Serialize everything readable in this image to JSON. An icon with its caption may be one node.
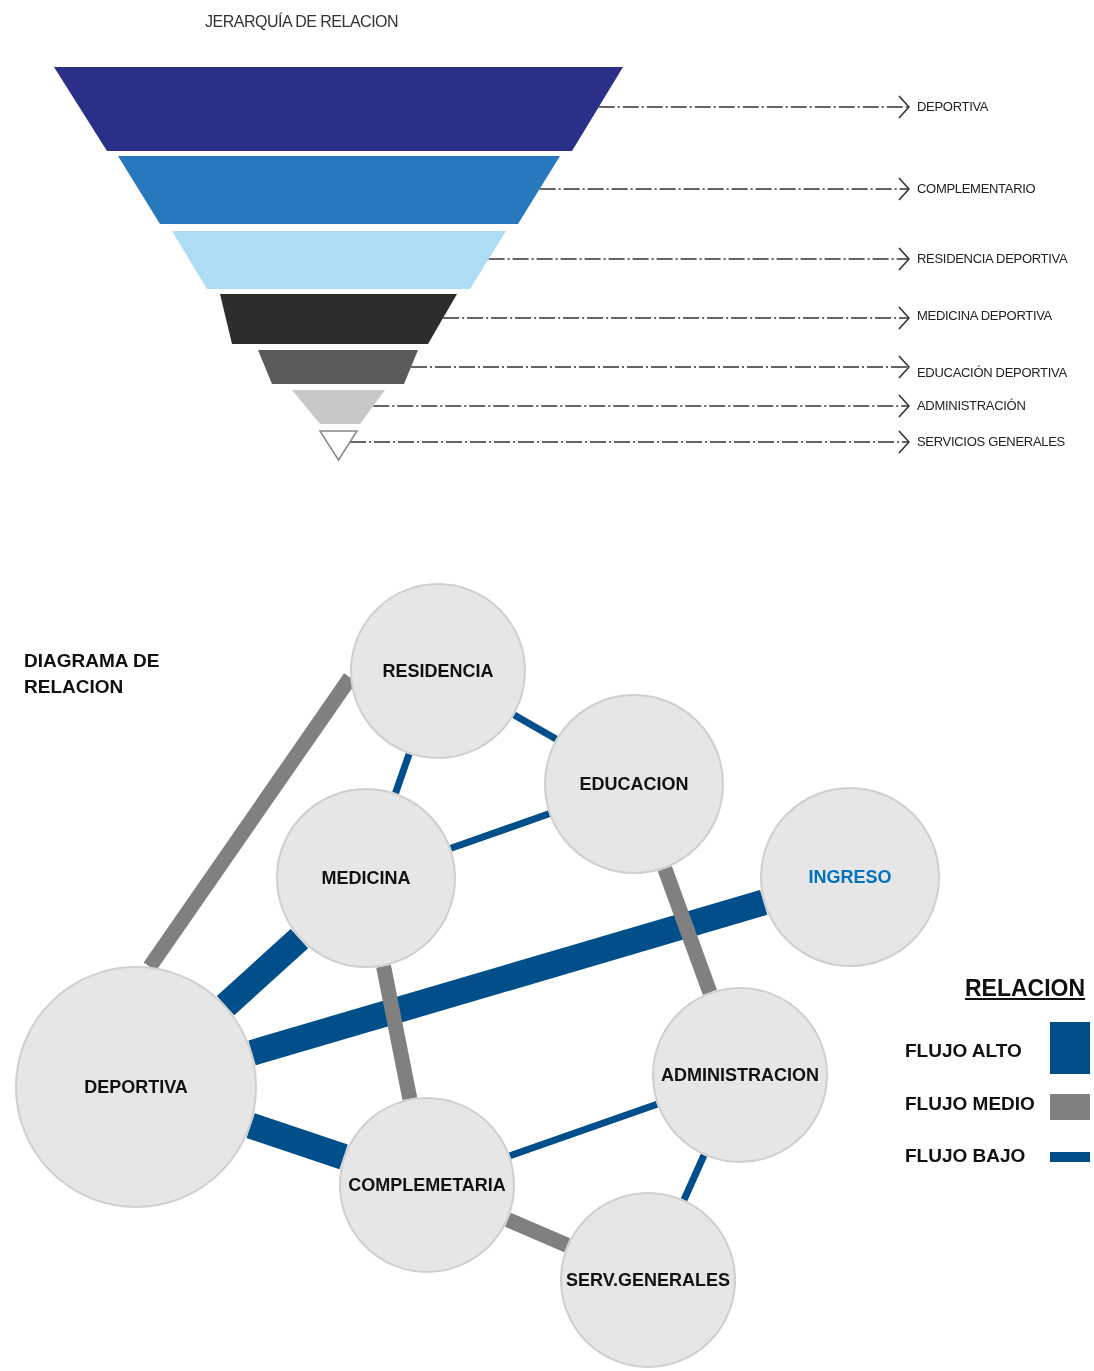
{
  "diagram": {
    "title": "JERARQUÍA DE RELACION",
    "nodes": [
      {
        "text": [],
        "shape": "trapezoid"
      },
      {
        "text": [],
        "shape": "trapezoid"
      },
      {
        "text": [],
        "shape": "trapezoid"
      },
      {
        "text": [],
        "shape": "trapezoid"
      },
      {
        "text": [],
        "shape": "trapezoid"
      },
      {
        "text": [],
        "shape": "trapezoid"
      },
      {
        "text": [],
        "shape": "triangle"
      },
      {
        "text": [
          "DEPORTIVA"
        ]
      },
      {
        "text": [
          "COMPLEMENTARIO"
        ]
      },
      {
        "text": [
          "RESIDENCIA DEPORTIVA"
        ]
      },
      {
        "text": [
          "MEDICINA DEPORTIVA"
        ]
      },
      {
        "text": [
          "EDUCACIÓN DEPORTIVA"
        ]
      },
      {
        "text": [
          "ADMINISTRACIÓN"
        ]
      },
      {
        "text": [
          "SERVICIOS GENERALES"
        ]
      },
      {
        "text": [
          "RESIDENCIA"
        ]
      },
      {
        "text": [
          "EDUCACION"
        ]
      },
      {
        "text": [
          "MEDICINA"
        ]
      },
      {
        "text": [
          "INGRESO"
        ]
      },
      {
        "text": [
          "DEPORTIVA"
        ]
      },
      {
        "text": [
          "ADMINISTRACION"
        ]
      },
      {
        "text": [
          "COMPLEMETARIA"
        ]
      },
      {
        "text": [
          "SERV.GENERALES"
        ]
      }
    ],
    "edges": [
      {
        "from": 0,
        "to": 7,
        "arrow": "to",
        "style": "dashed"
      },
      {
        "from": 1,
        "to": 8,
        "arrow": "to",
        "style": "dashed"
      },
      {
        "from": 2,
        "to": 9,
        "arrow": "to",
        "style": "dashed"
      },
      {
        "from": 3,
        "to": 10,
        "arrow": "to",
        "style": "dashed"
      },
      {
        "from": 4,
        "to": 11,
        "arrow": "to",
        "style": "dashed"
      },
      {
        "from": 5,
        "to": 12,
        "arrow": "to",
        "style": "dashed"
      },
      {
        "from": 6,
        "to": 13,
        "arrow": "to",
        "style": "dashed"
      },
      {
        "from": 18,
        "to": 14,
        "arrow": "none",
        "style": "thick",
        "color": "#808080"
      },
      {
        "from": 18,
        "to": 16,
        "arrow": "none",
        "style": "thick",
        "color": "#004f8b"
      },
      {
        "from": 18,
        "to": 17,
        "arrow": "none",
        "style": "thick",
        "color": "#004f8b"
      },
      {
        "from": 18,
        "to": 20,
        "arrow": "none",
        "style": "thick",
        "color": "#004f8b"
      },
      {
        "from": 14,
        "to": 15,
        "arrow": "none",
        "color": "#004f8b"
      },
      {
        "from": 14,
        "to": 16,
        "arrow": "none",
        "color": "#004f8b"
      },
      {
        "from": 16,
        "to": 15,
        "arrow": "none",
        "color": "#004f8b"
      },
      {
        "from": 16,
        "to": 20,
        "arrow": "none",
        "style": "thick",
        "color": "#808080"
      },
      {
        "from": 15,
        "to": 19,
        "arrow": "none",
        "style": "thick",
        "color": "#808080"
      },
      {
        "from": 20,
        "to": 19,
        "arrow": "none",
        "color": "#004f8b"
      },
      {
        "from": 19,
        "to": 21,
        "arrow": "none",
        "color": "#004f8b"
      },
      {
        "from": 20,
        "to": 21,
        "arrow": "none",
        "style": "thick",
        "color": "#808080"
      }
    ],
    "labels": [
      "DIAGRAMA DE RELACION",
      "RELACION"
    ],
    "legend": [
      {
        "text": "FLUJO ALTO",
        "color": "#004f8b"
      },
      {
        "text": "FLUJO MEDIO",
        "color": "#808080"
      },
      {
        "text": "FLUJO BAJO",
        "color": "#004f8b"
      }
    ]
  }
}
